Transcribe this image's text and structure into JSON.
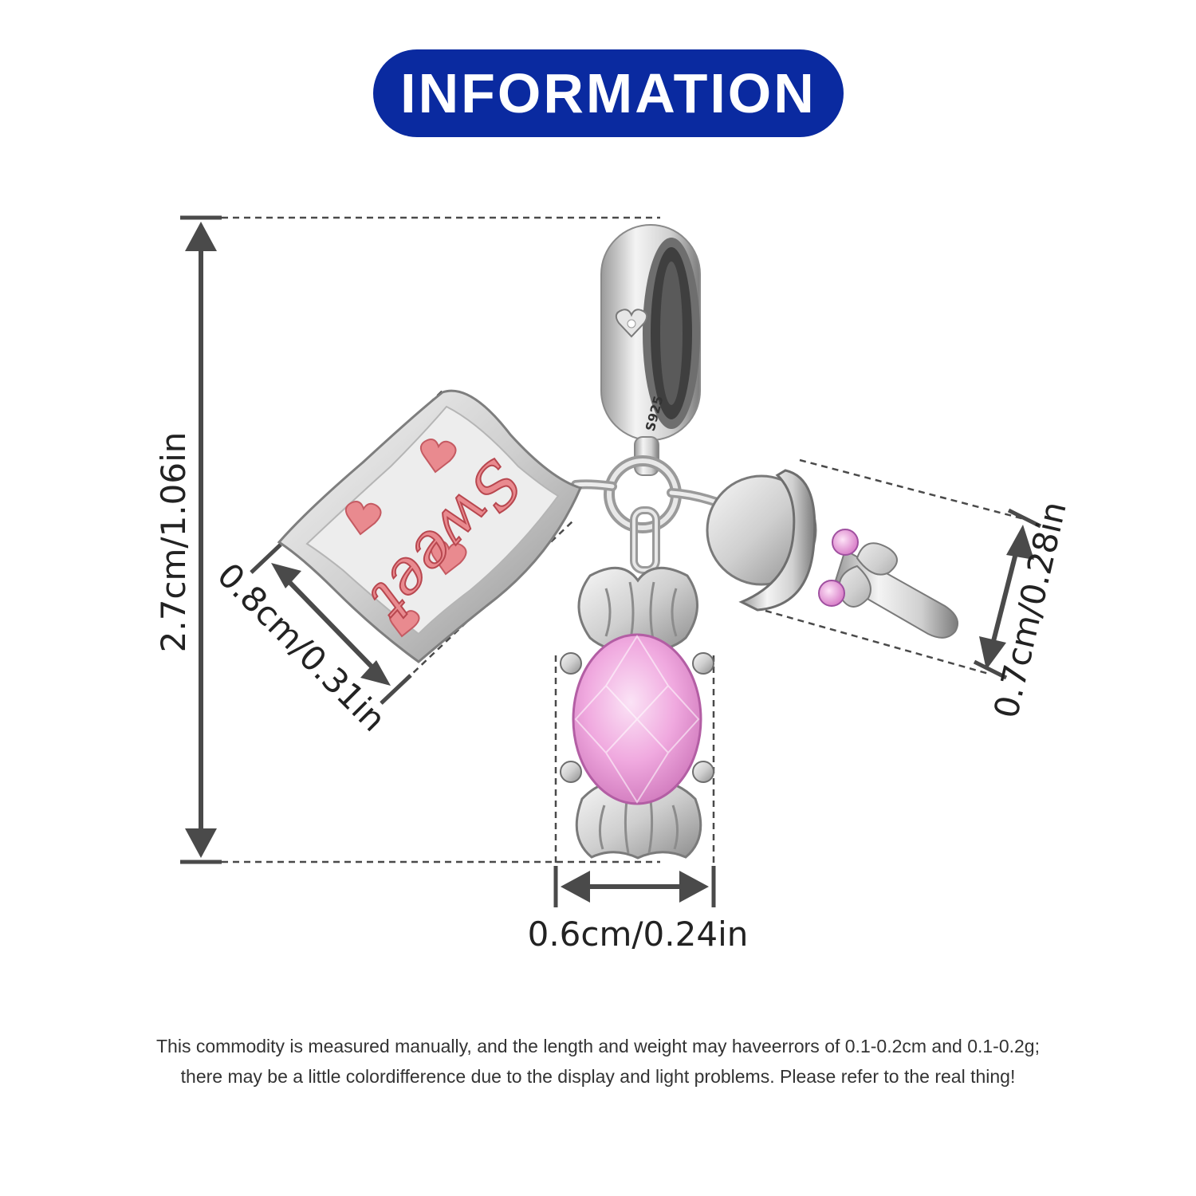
{
  "header": {
    "title": "INFORMATION"
  },
  "charm": {
    "stamp": "S925",
    "engraving": "Sweet"
  },
  "dimensions": {
    "height": "2.7cm/1.06in",
    "pillow_width": "0.8cm/0.31in",
    "candy_width": "0.6cm/0.24in",
    "lollipop_height": "0.7cm/0.28in"
  },
  "note": {
    "line1": "This commodity is measured manually, and the length and weight may haveerrors of 0.1-0.2cm and 0.1-0.2g;",
    "line2": "there may be a little colordifference due to the display and light problems. Please refer to the real thing!"
  },
  "colors": {
    "header_bg": "#0a2aa0",
    "silver": "#d9d9d9",
    "enamel_pink": "#e98a8f",
    "crystal_pink": "#f0a8e0",
    "arrow": "#4a4a4a"
  },
  "icons": {
    "heart_stone": "heart-icon"
  }
}
